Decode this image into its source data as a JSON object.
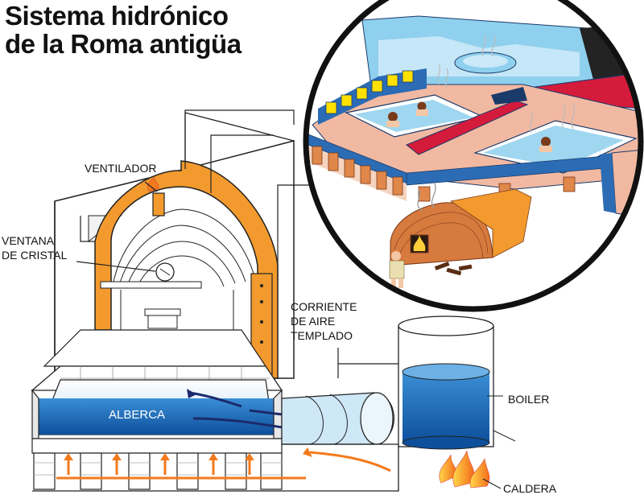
{
  "title": {
    "line1": "Sistema hidrónico",
    "line2": "de la Roma antigüa"
  },
  "labels": {
    "ventilador": "VENTILADOR",
    "ventana_line1": "VENTANA",
    "ventana_line2": "DE CRISTAL",
    "corriente_line1": "CORRIENTE",
    "corriente_line2": "DE AIRE",
    "corriente_line3": "TEMPLADO",
    "alberca": "ALBERCA",
    "boiler": "BOILER",
    "caldera": "CALDERA"
  },
  "colors": {
    "water_light": "#cfe8f8",
    "water_dark": "#1d6fb8",
    "dome_orange": "#f39a2e",
    "brick": "#c0562a",
    "floor_pink": "#f2b9a2",
    "wall_red": "#d51b3c",
    "navy_arrow": "#1b2a6b",
    "flame": "#f37a1c"
  }
}
